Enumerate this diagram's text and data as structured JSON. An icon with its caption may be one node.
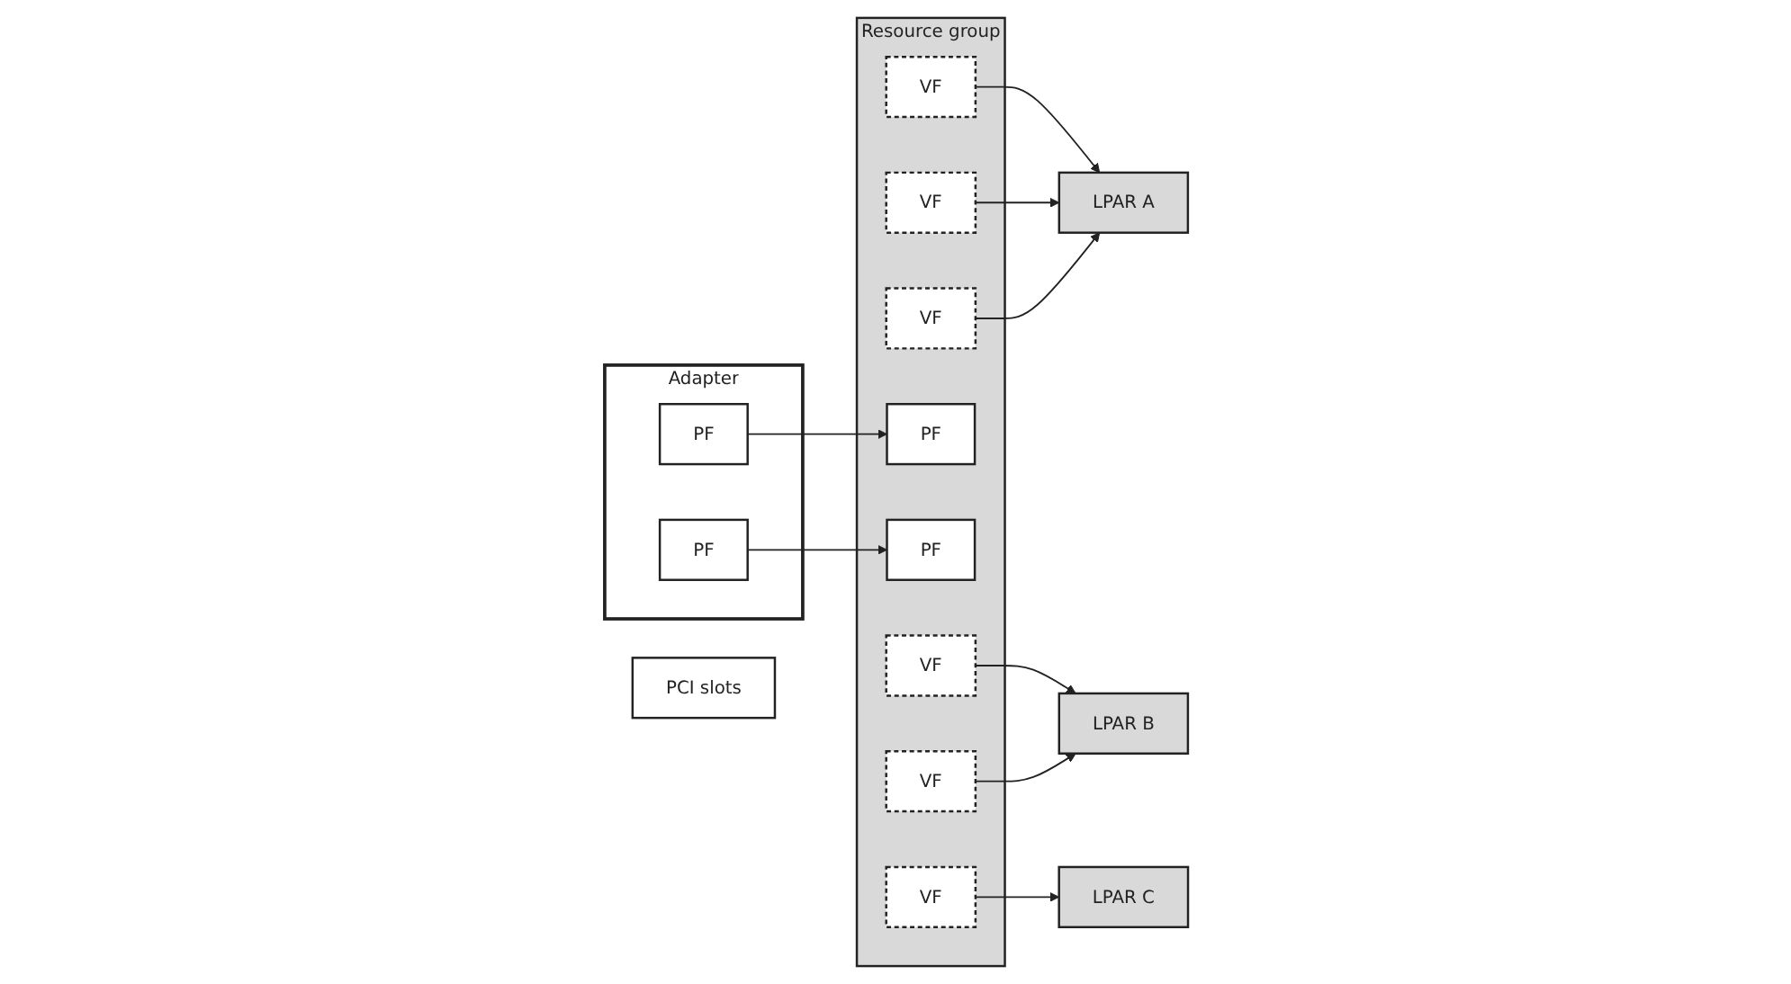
{
  "diagram": {
    "nodes": [
      {
        "text": [
          "Adapter"
        ]
      },
      {
        "text": [
          "PF"
        ],
        "in": 0
      },
      {
        "text": [
          "PF"
        ],
        "in": 0
      },
      {
        "text": [
          "PCI slots"
        ]
      },
      {
        "text": [
          "Resource group"
        ]
      },
      {
        "text": [
          "VF"
        ],
        "in": 4
      },
      {
        "text": [
          "VF"
        ],
        "in": 4
      },
      {
        "text": [
          "VF"
        ],
        "in": 4
      },
      {
        "text": [
          "PF"
        ],
        "in": 4
      },
      {
        "text": [
          "PF"
        ],
        "in": 4
      },
      {
        "text": [
          "VF"
        ],
        "in": 4
      },
      {
        "text": [
          "VF"
        ],
        "in": 4
      },
      {
        "text": [
          "VF"
        ],
        "in": 4
      },
      {
        "text": [
          "LPAR A"
        ]
      },
      {
        "text": [
          "LPAR B"
        ]
      },
      {
        "text": [
          "LPAR C"
        ]
      }
    ],
    "edges": [
      {
        "from": 1,
        "to": 8,
        "arrow": "to"
      },
      {
        "from": 2,
        "to": 9,
        "arrow": "to"
      },
      {
        "from": 5,
        "to": 13,
        "arrow": "to"
      },
      {
        "from": 6,
        "to": 13,
        "arrow": "to"
      },
      {
        "from": 7,
        "to": 14,
        "arrow": "to"
      },
      {
        "from": 10,
        "to": 13,
        "arrow": "to"
      },
      {
        "from": 11,
        "to": 14,
        "arrow": "to"
      },
      {
        "from": 12,
        "to": 15,
        "arrow": "to"
      }
    ]
  }
}
